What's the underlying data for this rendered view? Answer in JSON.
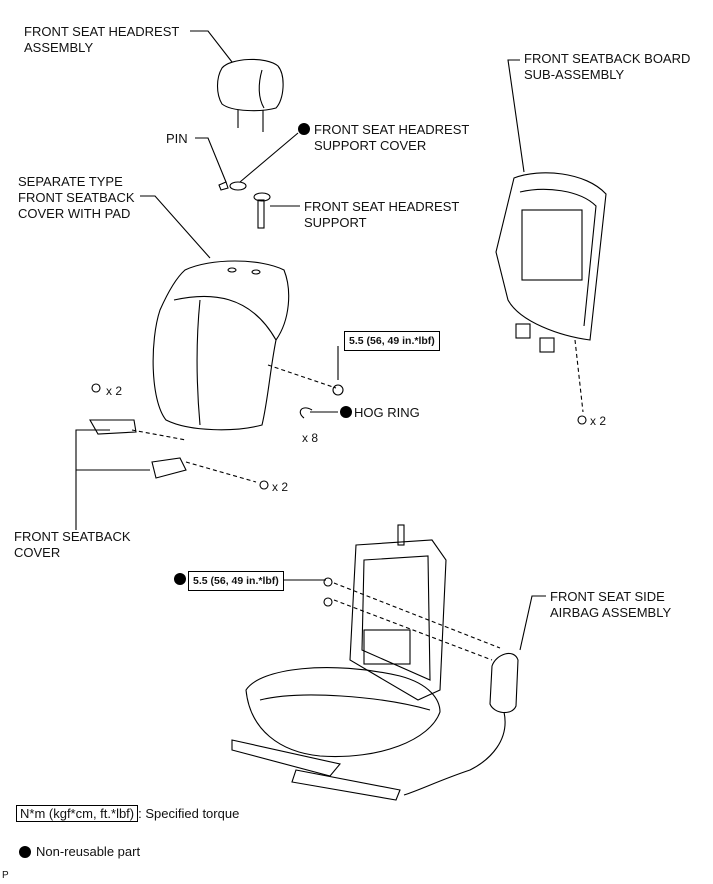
{
  "labels": {
    "headrest": [
      "FRONT SEAT HEADREST",
      "ASSEMBLY"
    ],
    "pin": "PIN",
    "support_cover": [
      "FRONT SEAT HEADREST",
      "SUPPORT COVER"
    ],
    "separate_cover": [
      "SEPARATE TYPE",
      "FRONT SEATBACK",
      "COVER WITH PAD"
    ],
    "headrest_support": [
      "FRONT SEAT HEADREST",
      "SUPPORT"
    ],
    "board": [
      "FRONT SEATBACK BOARD",
      "SUB-ASSEMBLY"
    ],
    "hog_ring": "HOG RING",
    "seatback_cover": [
      "FRONT SEATBACK",
      "COVER"
    ],
    "side_airbag": [
      "FRONT SEAT SIDE",
      "AIRBAG ASSEMBLY"
    ]
  },
  "quantities": {
    "clip_top": "x 2",
    "hog_ring": "x 8",
    "clip_bottom": "x 2",
    "board_clip": "x 2"
  },
  "torques": {
    "upper": "5.5 (56, 49 in.*lbf)",
    "lower": "5.5 (56, 49 in.*lbf)"
  },
  "legend": {
    "torque_unit": "N*m (kgf*cm, ft.*lbf)",
    "torque_text": ": Specified torque",
    "nonreusable_text": "Non-reusable part"
  },
  "corner_mark": "P"
}
